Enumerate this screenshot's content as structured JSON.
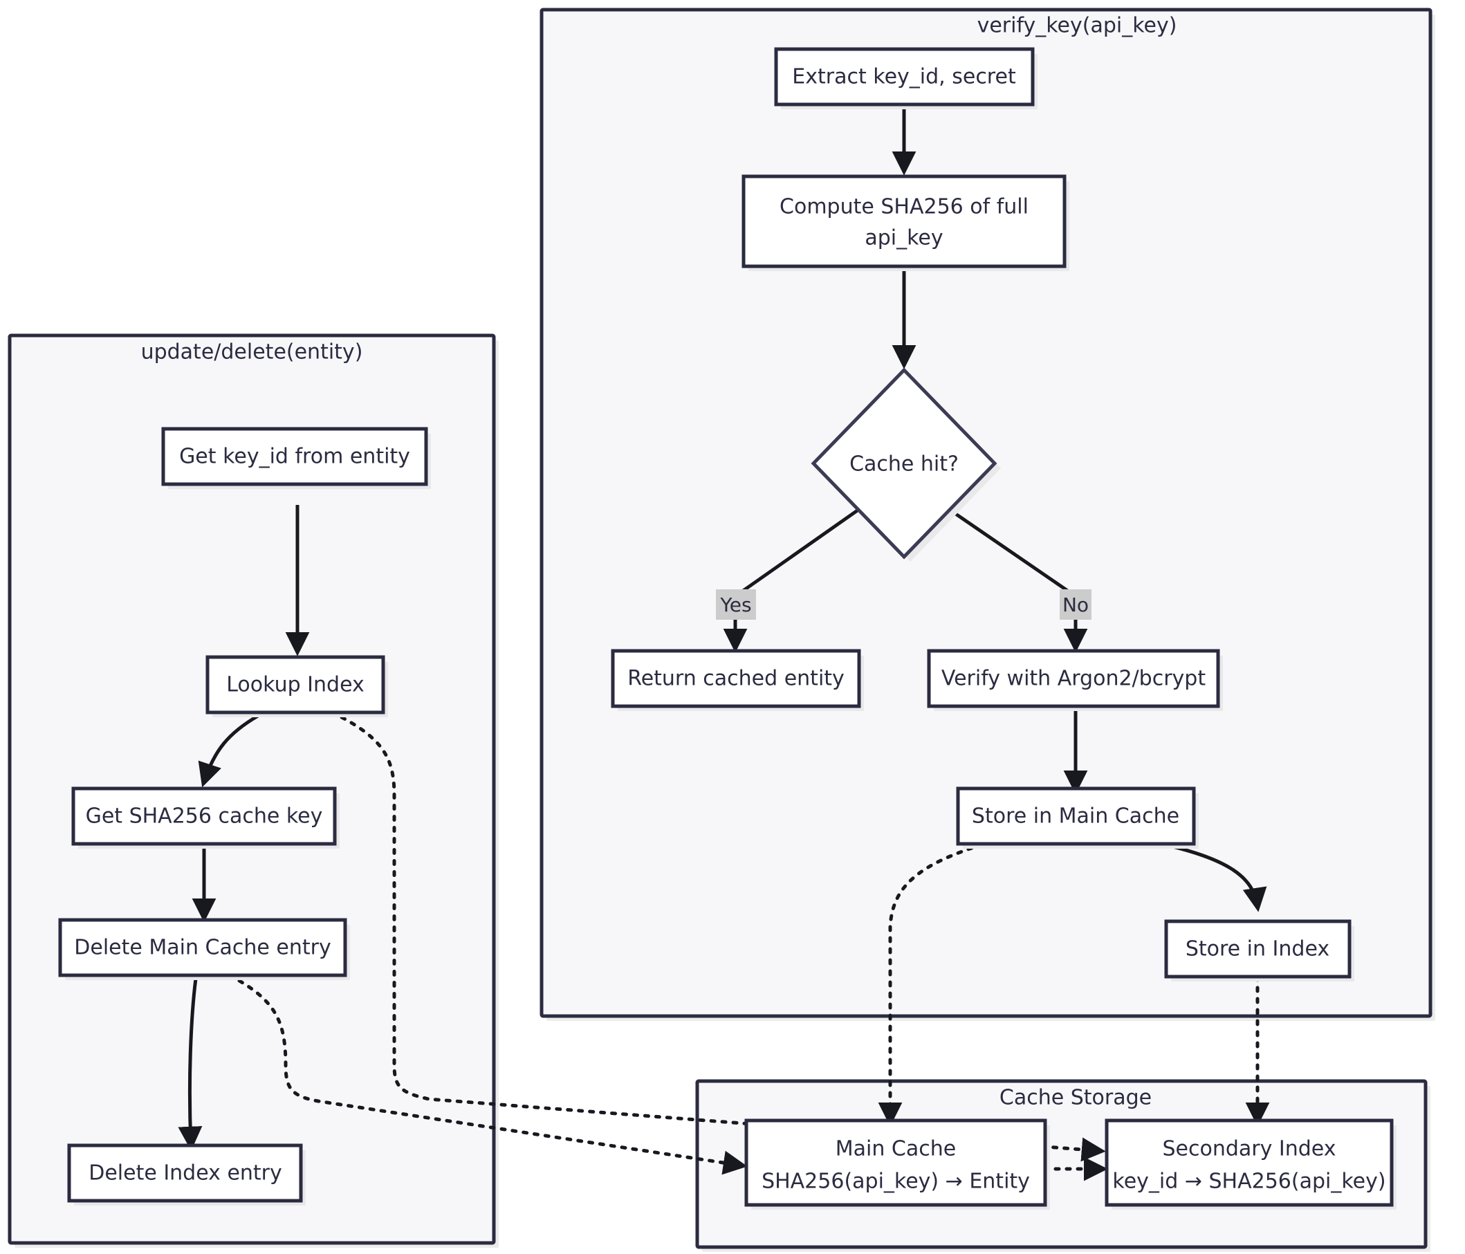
{
  "diagram": {
    "type": "flowchart",
    "title": "",
    "colors": {
      "background": "#ffffff",
      "subgraph_fill": "#f7f7fa",
      "subgraph_stroke": "#2b2b40",
      "node_fill": "#ffffff",
      "node_stroke": "#2b2b40",
      "edge_stroke": "#18181f",
      "text": "#2b2b40",
      "edge_label_bg": "#cccccc"
    },
    "subgraphs": [
      {
        "id": "verify",
        "title": "verify_key(api_key)"
      },
      {
        "id": "update",
        "title": "update/delete(entity)"
      },
      {
        "id": "storage",
        "title": "Cache Storage"
      }
    ],
    "nodes": {
      "extract": {
        "label": "Extract key_id, secret",
        "shape": "rect"
      },
      "compute": {
        "label_line1": "Compute SHA256 of full",
        "label_line2": "api_key",
        "shape": "rect"
      },
      "cache_hit": {
        "label": "Cache hit?",
        "shape": "diamond"
      },
      "return_cached": {
        "label": "Return cached entity",
        "shape": "rect"
      },
      "verify_argon": {
        "label": "Verify with Argon2/bcrypt",
        "shape": "rect"
      },
      "store_main": {
        "label": "Store in Main Cache",
        "shape": "rect"
      },
      "store_index": {
        "label": "Store in Index",
        "shape": "rect"
      },
      "get_key_id": {
        "label": "Get key_id from entity",
        "shape": "rect"
      },
      "lookup_index": {
        "label": "Lookup Index",
        "shape": "rect"
      },
      "get_sha": {
        "label": "Get SHA256 cache key",
        "shape": "rect"
      },
      "del_main": {
        "label": "Delete Main Cache entry",
        "shape": "rect"
      },
      "del_index": {
        "label": "Delete Index entry",
        "shape": "rect"
      },
      "main_cache": {
        "label_line1": "Main Cache",
        "label_line2": "SHA256(api_key) → Entity",
        "shape": "rect"
      },
      "secondary_index": {
        "label_line1": "Secondary Index",
        "label_line2": "key_id → SHA256(api_key)",
        "shape": "rect"
      }
    },
    "edge_labels": {
      "yes": "Yes",
      "no": "No"
    },
    "edges": [
      {
        "from": "extract",
        "to": "compute",
        "style": "solid",
        "label": ""
      },
      {
        "from": "compute",
        "to": "cache_hit",
        "style": "solid",
        "label": ""
      },
      {
        "from": "cache_hit",
        "to": "return_cached",
        "style": "solid",
        "label": "Yes"
      },
      {
        "from": "cache_hit",
        "to": "verify_argon",
        "style": "solid",
        "label": "No"
      },
      {
        "from": "verify_argon",
        "to": "store_main",
        "style": "solid",
        "label": ""
      },
      {
        "from": "store_main",
        "to": "store_index",
        "style": "solid",
        "label": ""
      },
      {
        "from": "store_main",
        "to": "main_cache",
        "style": "dotted",
        "label": ""
      },
      {
        "from": "store_index",
        "to": "secondary_index",
        "style": "dotted",
        "label": ""
      },
      {
        "from": "get_key_id",
        "to": "lookup_index",
        "style": "solid",
        "label": ""
      },
      {
        "from": "lookup_index",
        "to": "get_sha",
        "style": "solid",
        "label": ""
      },
      {
        "from": "lookup_index",
        "to": "secondary_index",
        "style": "dotted",
        "label": ""
      },
      {
        "from": "get_sha",
        "to": "del_main",
        "style": "solid",
        "label": ""
      },
      {
        "from": "del_main",
        "to": "del_index",
        "style": "solid",
        "label": ""
      },
      {
        "from": "del_main",
        "to": "main_cache",
        "style": "dotted",
        "label": ""
      },
      {
        "from": "main_cache",
        "to": "secondary_index",
        "style": "dotted",
        "label": ""
      }
    ]
  }
}
